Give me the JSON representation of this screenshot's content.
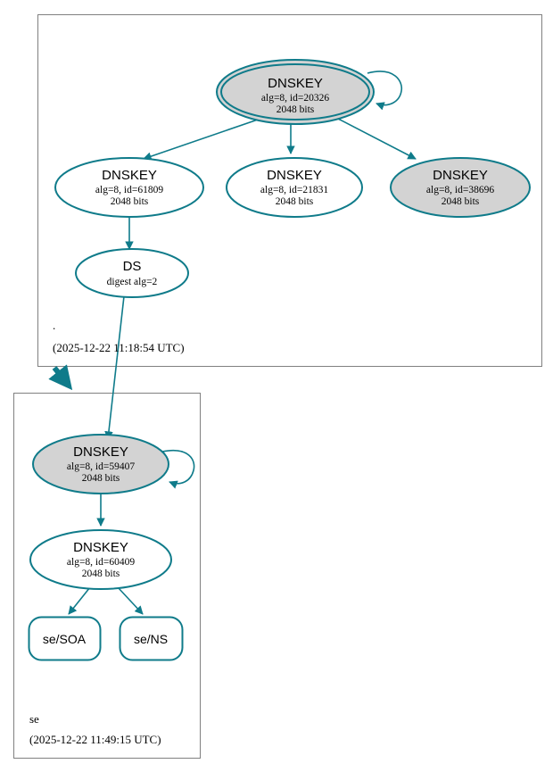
{
  "diagram": {
    "kind": "dnssec-authentication-chain",
    "accent_color": "#0f7b8a",
    "secure_node_fill": "#d3d3d3",
    "plain_node_fill": "#ffffff",
    "zone_border_color": "#808080",
    "background": "#ffffff"
  },
  "zones": [
    {
      "id": "root",
      "name": ".",
      "timestamp": "(2025-12-22 11:18:54 UTC)"
    },
    {
      "id": "se",
      "name": "se",
      "timestamp": "(2025-12-22 11:49:15 UTC)"
    }
  ],
  "nodes": {
    "root_ksk": {
      "type": "DNSKEY",
      "title": "DNSKEY",
      "params": "alg=8, id=20326",
      "size": "2048 bits",
      "trust_anchor": true,
      "shaded": true
    },
    "root_zsk_61809": {
      "type": "DNSKEY",
      "title": "DNSKEY",
      "params": "alg=8, id=61809",
      "size": "2048 bits",
      "trust_anchor": false,
      "shaded": false
    },
    "root_zsk_21831": {
      "type": "DNSKEY",
      "title": "DNSKEY",
      "params": "alg=8, id=21831",
      "size": "2048 bits",
      "trust_anchor": false,
      "shaded": false
    },
    "root_zsk_38696": {
      "type": "DNSKEY",
      "title": "DNSKEY",
      "params": "alg=8, id=38696",
      "size": "2048 bits",
      "trust_anchor": false,
      "shaded": true
    },
    "root_ds": {
      "type": "DS",
      "title": "DS",
      "params": "digest alg=2",
      "size": "",
      "trust_anchor": false,
      "shaded": false
    },
    "se_ksk": {
      "type": "DNSKEY",
      "title": "DNSKEY",
      "params": "alg=8, id=59407",
      "size": "2048 bits",
      "trust_anchor": false,
      "shaded": true
    },
    "se_zsk": {
      "type": "DNSKEY",
      "title": "DNSKEY",
      "params": "alg=8, id=60409",
      "size": "2048 bits",
      "trust_anchor": false,
      "shaded": false
    },
    "se_soa": {
      "type": "RRset",
      "title": "se/SOA",
      "params": "",
      "size": "",
      "trust_anchor": false,
      "shaded": false
    },
    "se_ns": {
      "type": "RRset",
      "title": "se/NS",
      "params": "",
      "size": "",
      "trust_anchor": false,
      "shaded": false
    }
  }
}
